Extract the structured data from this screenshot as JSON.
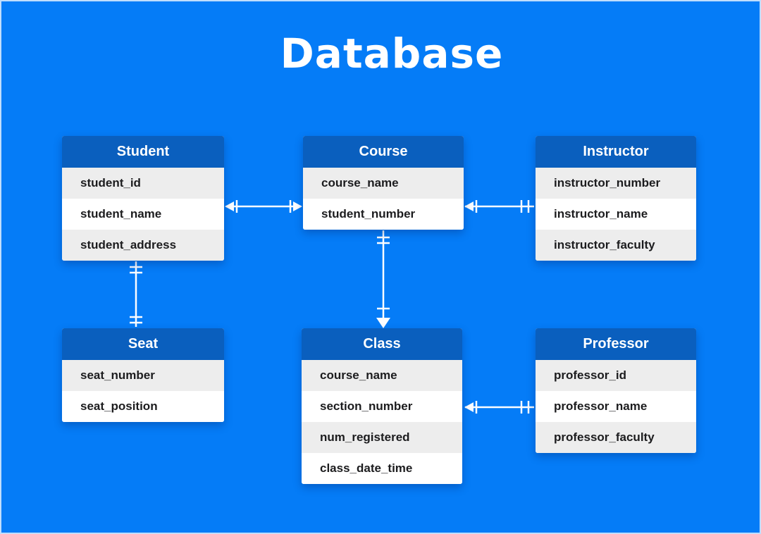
{
  "page": {
    "title": "Database"
  },
  "colors": {
    "background": "#057CF7",
    "entity_header": "#0A5FBE",
    "row_alt": "#EDEDED",
    "row_main": "#FFFFFF",
    "field_text": "#1C1C1E",
    "connector": "#FCFDFF",
    "title_text": "#FFFFFF"
  },
  "entities": [
    {
      "id": "student",
      "title": "Student",
      "fields": [
        "student_id",
        "student_name",
        "student_address"
      ]
    },
    {
      "id": "course",
      "title": "Course",
      "fields": [
        "course_name",
        "student_number"
      ]
    },
    {
      "id": "instructor",
      "title": "Instructor",
      "fields": [
        "instructor_number",
        "instructor_name",
        "instructor_faculty"
      ]
    },
    {
      "id": "seat",
      "title": "Seat",
      "fields": [
        "seat_number",
        "seat_position"
      ]
    },
    {
      "id": "class",
      "title": "Class",
      "fields": [
        "course_name",
        "section_number",
        "num_registered",
        "class_date_time"
      ]
    },
    {
      "id": "professor",
      "title": "Professor",
      "fields": [
        "professor_id",
        "professor_name",
        "professor_faculty"
      ]
    }
  ],
  "relations": [
    {
      "from": "Student",
      "to": "Course",
      "orientation": "horizontal",
      "from_end": "arrow-with-one-bar",
      "to_end": "one-bar-with-arrow"
    },
    {
      "from": "Course",
      "to": "Instructor",
      "orientation": "horizontal",
      "from_end": "arrow-with-one-bar",
      "to_end": "two-bars"
    },
    {
      "from": "Student",
      "to": "Seat",
      "orientation": "vertical",
      "from_end": "two-bars",
      "to_end": "two-bars"
    },
    {
      "from": "Course",
      "to": "Class",
      "orientation": "vertical",
      "from_end": "two-bars",
      "to_end": "one-bar-with-arrow"
    },
    {
      "from": "Class",
      "to": "Professor",
      "orientation": "horizontal",
      "from_end": "arrow-with-one-bar",
      "to_end": "two-bars"
    }
  ]
}
